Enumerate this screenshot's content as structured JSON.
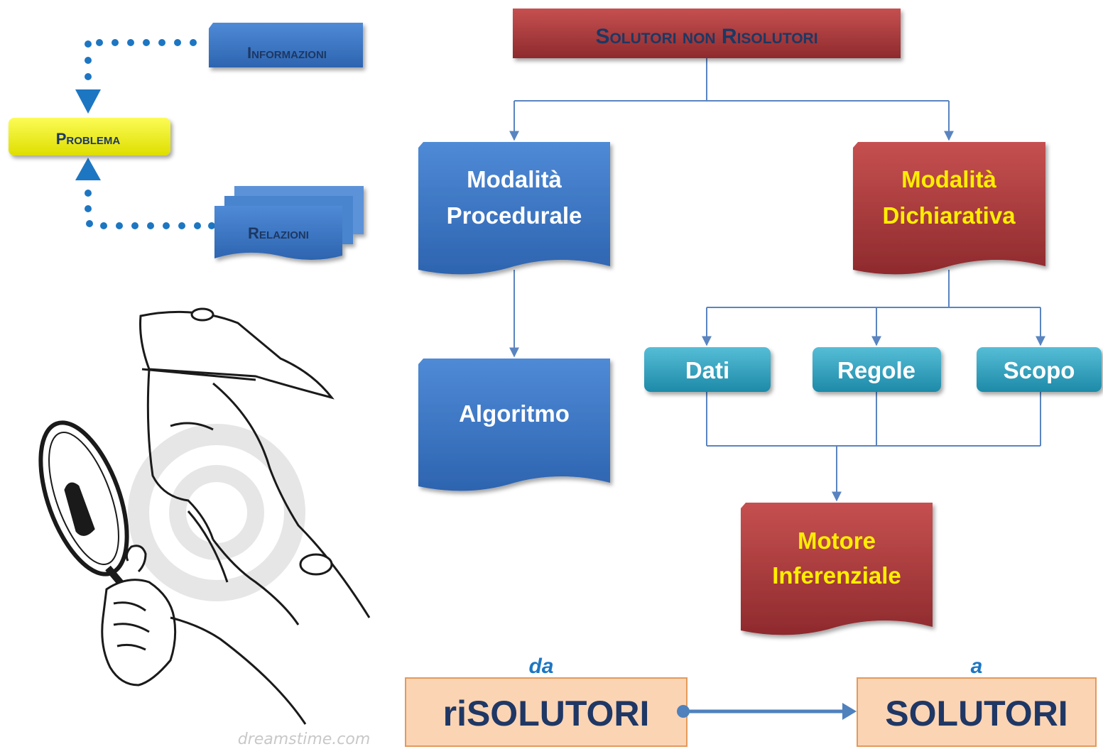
{
  "header_box": {
    "text": "Solutori non Risolutori"
  },
  "legend": {
    "informazioni": "Informazioni",
    "problema": "Problema",
    "relazioni": "Relazioni"
  },
  "branches": {
    "procedurale": {
      "line1": "Modalità",
      "line2": "Procedurale"
    },
    "dichiarativa": {
      "line1": "Modalità",
      "line2": "Dichiarativa"
    }
  },
  "algoritmo": "Algoritmo",
  "components": [
    "Dati",
    "Regole",
    "Scopo"
  ],
  "motore": {
    "line1": "Motore",
    "line2": "Inferenziale"
  },
  "transition": {
    "from_prefix": "da",
    "from_label": "riSOLUTORI",
    "to_prefix": "a",
    "to_label": "SOLUTORI"
  },
  "watermark": "dreamstime.com",
  "colors": {
    "dark_red": "#a8363a",
    "blue": "#3b78c6",
    "teal": "#2a9bb7",
    "yellow_box": "#f2f200",
    "yellow_text": "#ffee00",
    "connector": "#5a84c0",
    "orange_box": "#fbd4b4",
    "orange_border": "#e39a5b",
    "dark_navy": "#1f3764",
    "dotted_blue": "#1d76c2"
  }
}
